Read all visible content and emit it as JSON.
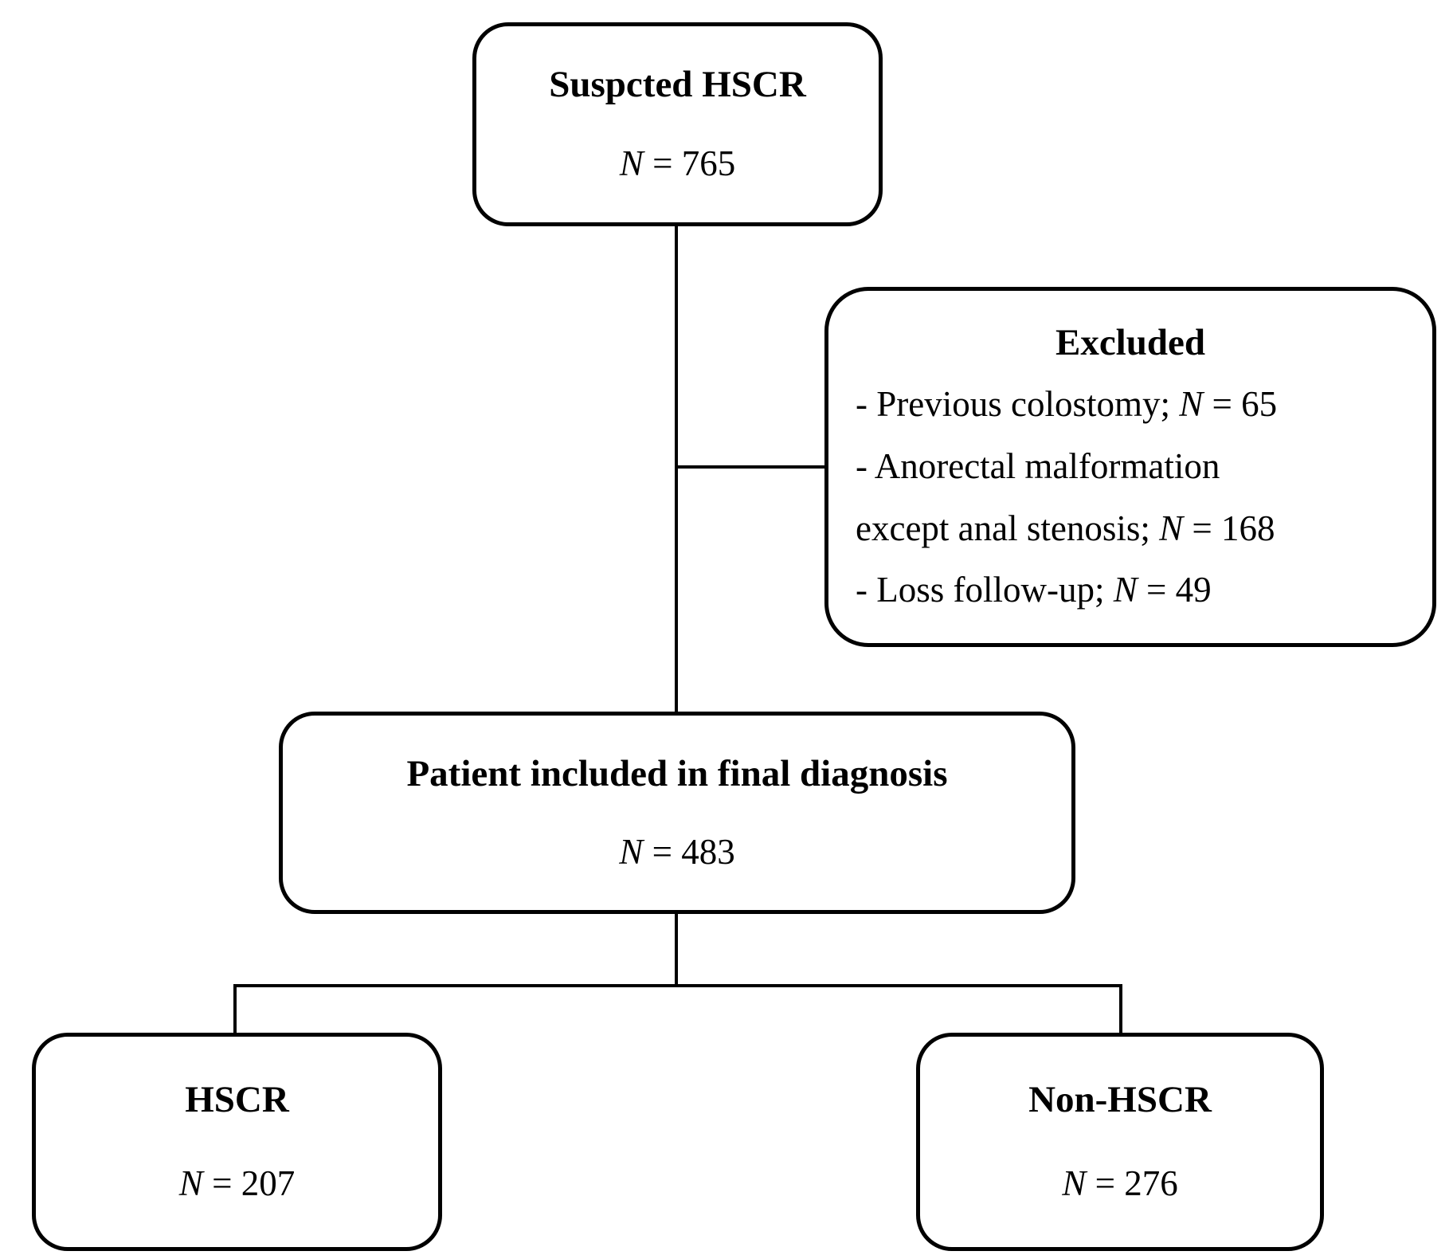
{
  "flowchart": {
    "suspected_box": {
      "title": "Suspcted HSCR",
      "n": "N = 765"
    },
    "excluded_box": {
      "title": "Excluded",
      "lines": [
        {
          "text": "- Previous colostomy; ",
          "n": "N = 65"
        },
        {
          "text": "- Anorectal malformation",
          "n": ""
        },
        {
          "text": "except anal stenosis; ",
          "n": "N = 168"
        },
        {
          "text": "- Loss follow-up; ",
          "n": "N = 49"
        }
      ]
    },
    "included_box": {
      "title": "Patient included in final diagnosis",
      "n": "N = 483"
    },
    "hscr_box": {
      "title": "HSCR",
      "n": "N = 207"
    },
    "non_hscr_box": {
      "title": "Non-HSCR",
      "n": "N = 276"
    },
    "colors": {
      "background": "#ffffff",
      "line": "#000000",
      "text": "#000000"
    }
  }
}
